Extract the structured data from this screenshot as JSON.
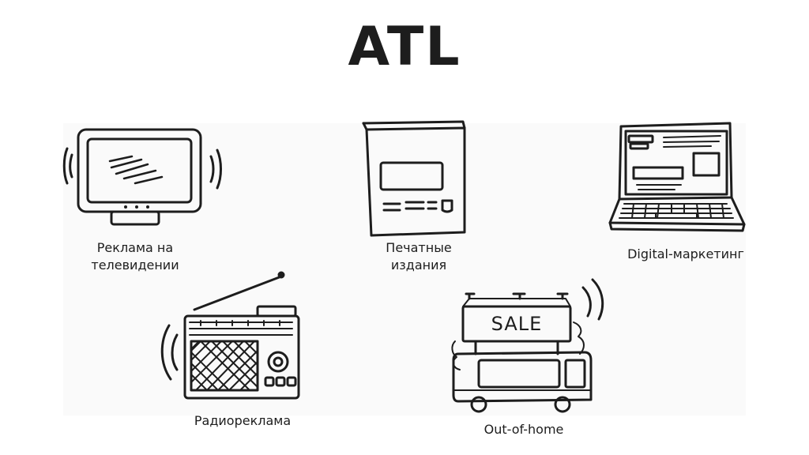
{
  "title": "ATL",
  "channels": [
    {
      "icon": "tv-icon",
      "label_lines": [
        "Реклама на",
        "телевидении"
      ]
    },
    {
      "icon": "magazine-icon",
      "label_lines": [
        "Печатные",
        "издания"
      ]
    },
    {
      "icon": "laptop-icon",
      "label_lines": [
        "Digital-маркетинг"
      ]
    },
    {
      "icon": "radio-icon",
      "label_lines": [
        "Радиореклама"
      ]
    },
    {
      "icon": "billboard-bus-icon",
      "label_lines": [
        "Out-of-home"
      ],
      "sign_text": "SALE"
    }
  ]
}
